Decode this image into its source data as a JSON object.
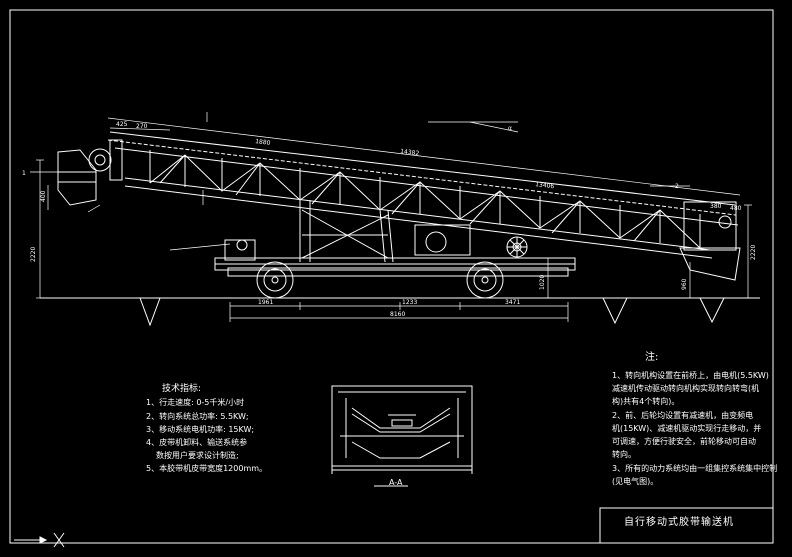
{
  "dimensions": {
    "top_long": "14382",
    "upper_left": "1880",
    "upper_mid": "13406",
    "right_a": "380",
    "right_b": "480",
    "left_a": "425",
    "left_b": "270",
    "bottom_1": "1961",
    "bottom_2": "1233",
    "bottom_3": "3471",
    "bottom_total": "8160",
    "height_left": "2220",
    "height_right": "2220",
    "height_small": "400",
    "height_mid": "960",
    "height_wheel": "1020"
  },
  "callouts": {
    "left_label": "1",
    "conveyor_label": "2",
    "angle_label": "α"
  },
  "technical": {
    "title": "技术指标:",
    "items": [
      "1、行走速度: 0-5千米/小时",
      "2、转向系统总功率: 5.5KW;",
      "3、移动系统电机功率: 15KW;",
      "4、皮带机卸料、输送系统参",
      "数按用户要求设计制造;",
      "5、本胶带机皮带宽度1200mm。"
    ]
  },
  "notes": {
    "title": "注:",
    "lines": [
      "1、转向机构设置在前桥上，由电机(5.5KW)",
      "减速机传动驱动转向机构实现转向转弯(机",
      "构)共有4个转向)。",
      "2、前、后轮均设置有减速机，由变频电",
      "机(15KW)、减速机驱动实现行走移动，并",
      "可调速，方便行驶安全，前轮移动可自动",
      "转向。",
      "3、所有的动力系统均由一组集控系统集中控制",
      "(见电气图)。"
    ]
  },
  "section": {
    "label": "A-A"
  },
  "title_block": {
    "text": "自行移动式胶带输送机"
  }
}
